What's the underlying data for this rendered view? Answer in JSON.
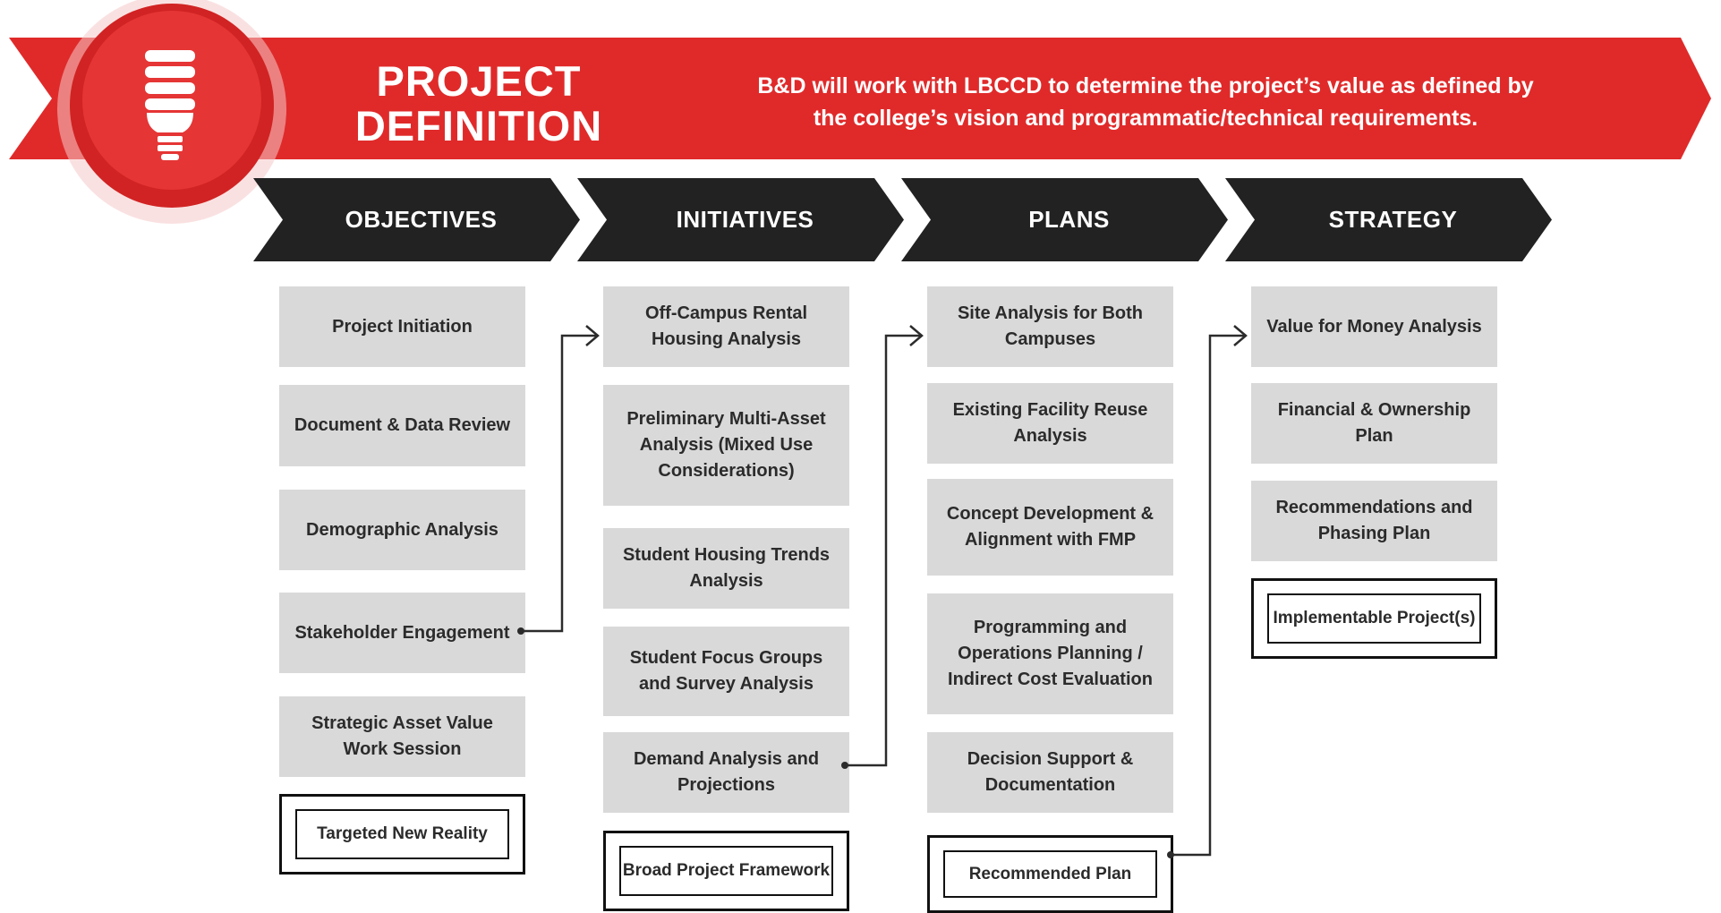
{
  "colors": {
    "banner_red": "#e02a2a",
    "banner_dark_red": "#c41c1c",
    "phase_black": "#222222",
    "box_gray": "#d9d9d9",
    "text_dark": "#2b2b2b"
  },
  "banner": {
    "icon": "lightbulb-icon",
    "title_line1": "PROJECT",
    "title_line2": "DEFINITION",
    "description_line1": "B&D will work with LBCCD to determine the project’s value as defined by",
    "description_line2": "the college’s vision and programmatic/technical requirements."
  },
  "phases": [
    {
      "label": "OBJECTIVES",
      "steps": [
        {
          "text": "Project Initiation"
        },
        {
          "text": "Document & Data Review"
        },
        {
          "text": "Demographic Analysis"
        },
        {
          "text": "Stakeholder Engagement"
        },
        {
          "text": "Strategic Asset Value Work Session"
        }
      ],
      "outcome": "Targeted New Reality"
    },
    {
      "label": "INITIATIVES",
      "steps": [
        {
          "text": "Off-Campus Rental Housing Analysis"
        },
        {
          "text": "Preliminary Multi-Asset Analysis (Mixed Use Considerations)"
        },
        {
          "text": "Student Housing Trends Analysis"
        },
        {
          "text": "Student Focus Groups and Survey Analysis"
        },
        {
          "text": "Demand Analysis and Projections"
        }
      ],
      "outcome": "Broad Project Framework"
    },
    {
      "label": "PLANS",
      "steps": [
        {
          "text": "Site Analysis for Both Campuses"
        },
        {
          "text": "Existing Facility Reuse Analysis"
        },
        {
          "text": "Concept Development & Alignment with FMP"
        },
        {
          "text": "Programming and Operations Planning / Indirect Cost Evaluation"
        },
        {
          "text": "Decision Support & Documentation"
        }
      ],
      "outcome": "Recommended Plan"
    },
    {
      "label": "STRATEGY",
      "steps": [
        {
          "text": "Value for Money Analysis"
        },
        {
          "text": "Financial & Ownership Plan"
        },
        {
          "text": "Recommendations and Phasing Plan"
        }
      ],
      "outcome": "Implementable Project(s)"
    }
  ]
}
